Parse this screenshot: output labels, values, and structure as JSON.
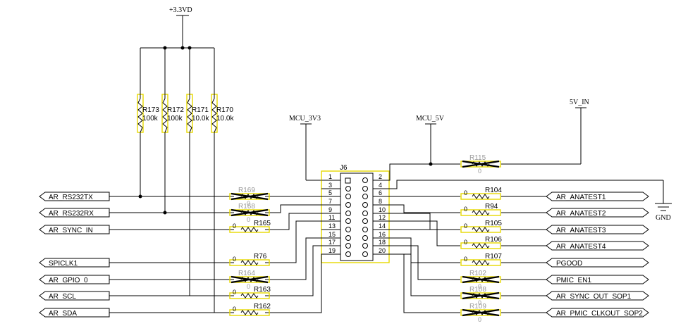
{
  "colors": {
    "wire": "#000000",
    "highlight": "#ffff00",
    "text": "#000000",
    "muted": "#9a9a9a"
  },
  "power": {
    "v33": "+3.3VD",
    "mcu3v3": "MCU_3V3",
    "mcu5v": "MCU_5V",
    "v5in": "5V_IN",
    "gnd": "GND"
  },
  "connector": {
    "ref": "J6",
    "odd_pins": [
      "1",
      "3",
      "5",
      "7",
      "9",
      "11",
      "13",
      "15",
      "17",
      "19"
    ],
    "even_pins": [
      "2",
      "4",
      "6",
      "8",
      "10",
      "12",
      "14",
      "16",
      "18",
      "20"
    ]
  },
  "pullups": [
    {
      "ref": "R173",
      "value": "100k"
    },
    {
      "ref": "R172",
      "value": "100k"
    },
    {
      "ref": "R171",
      "value": "10.0k"
    },
    {
      "ref": "R170",
      "value": "10.0k"
    }
  ],
  "left_nets": [
    "AR_RS232TX",
    "AR_RS232RX",
    "AR_SYNC_IN",
    "SPICLK1",
    "AR_GPIO_0",
    "AR_SCL",
    "AR_SDA"
  ],
  "right_nets": [
    "AR_ANATEST1",
    "AR_ANATEST2",
    "AR_ANATEST3",
    "AR_ANATEST4",
    "PGOOD",
    "PMIC_EN1",
    "AR_SYNC_OUT_SOP1",
    "AR_PMIC_CLKOUT_SOP2"
  ],
  "left_resistors": [
    {
      "ref": "R169",
      "value": "0",
      "dnp": true
    },
    {
      "ref": "R168",
      "value": "0",
      "dnp": true
    },
    {
      "ref": "R165",
      "value": "0",
      "dnp": false
    },
    {
      "ref": "R76",
      "value": "0",
      "dnp": false
    },
    {
      "ref": "R164",
      "value": "0",
      "dnp": true
    },
    {
      "ref": "R163",
      "value": "0",
      "dnp": false
    },
    {
      "ref": "R162",
      "value": "0",
      "dnp": false
    }
  ],
  "right_resistors": [
    {
      "ref": "R115",
      "value": "0",
      "dnp": true
    },
    {
      "ref": "R104",
      "value": "0",
      "dnp": false
    },
    {
      "ref": "R94",
      "value": "0",
      "dnp": false
    },
    {
      "ref": "R105",
      "value": "0",
      "dnp": false
    },
    {
      "ref": "R106",
      "value": "0",
      "dnp": false
    },
    {
      "ref": "R107",
      "value": "0",
      "dnp": false
    },
    {
      "ref": "R102",
      "value": "0",
      "dnp": true
    },
    {
      "ref": "R108",
      "value": "0",
      "dnp": true
    },
    {
      "ref": "R109",
      "value": "0",
      "dnp": true
    }
  ]
}
